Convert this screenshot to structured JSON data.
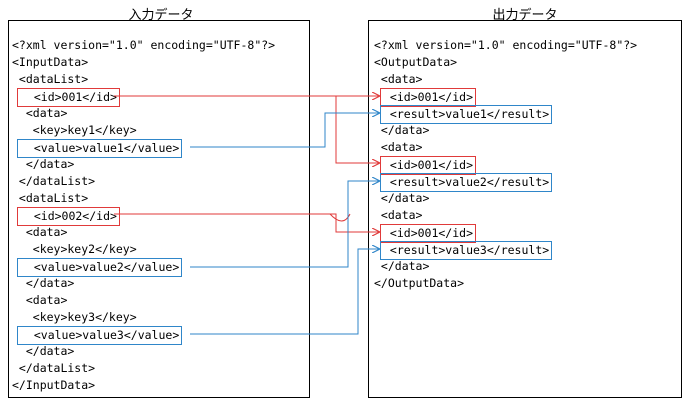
{
  "input": {
    "title": "入力データ",
    "lines": [
      "<?xml version=\"1.0\" encoding=\"UTF-8\"?>",
      "<InputData>",
      " <dataList>",
      "  <id>001</id>",
      "  <data>",
      "   <key>key1</key>",
      "  <value>value1</value>",
      "  </data>",
      " </dataList>",
      " <dataList>",
      "  <id>002</id>",
      "  <data>",
      "   <key>key2</key>",
      "  <value>value2</value>",
      "  </data>",
      "  <data>",
      "   <key>key3</key>",
      "  <value>value3</value>",
      "  </data>",
      " </dataList>",
      "</InputData>"
    ]
  },
  "output": {
    "title": "出力データ",
    "lines": [
      "<?xml version=\"1.0\" encoding=\"UTF-8\"?>",
      "<OutputData>",
      " <data>",
      " <id>001</id>",
      " <result>value1</result>",
      " </data>",
      " <data>",
      " <id>001</id>",
      " <result>value2</result>",
      " </data>",
      " <data>",
      " <id>001</id>",
      " <result>value3</result>",
      " </data>",
      "</OutputData>"
    ]
  },
  "colors": {
    "id_link": "#e03a3a",
    "value_link": "#2f86c9"
  }
}
